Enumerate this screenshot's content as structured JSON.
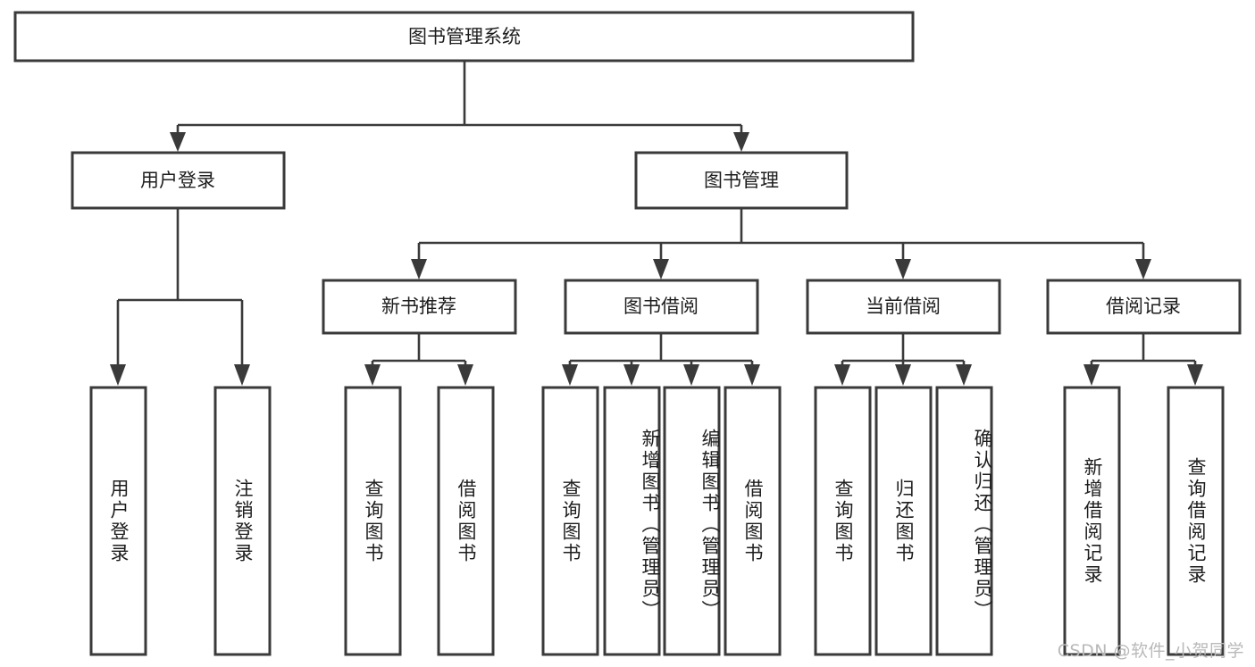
{
  "diagram": {
    "type": "tree-hierarchy-chart",
    "title": "图书管理系统",
    "watermark": "CSDN @软件_小贺同学",
    "colors": {
      "stroke": "#3a3a3a",
      "fill": "#ffffff",
      "text": "#1d1d1d",
      "watermark": "#b9b9b9",
      "background": "#ffffff"
    },
    "root": {
      "label": "图书管理系统"
    },
    "level2": [
      {
        "label": "用户登录"
      },
      {
        "label": "图书管理"
      }
    ],
    "level3": [
      {
        "label": "新书推荐"
      },
      {
        "label": "图书借阅"
      },
      {
        "label": "当前借阅"
      },
      {
        "label": "借阅记录"
      }
    ],
    "leaves": {
      "user_login": [
        {
          "label": "用户登录"
        },
        {
          "label": "注销登录"
        }
      ],
      "new_book_recommend": [
        {
          "label": "查询图书"
        },
        {
          "label": "借阅图书"
        }
      ],
      "book_borrow": [
        {
          "label": "查询图书"
        },
        {
          "label": "新增图书（管理员）"
        },
        {
          "label": "编辑图书（管理员）"
        },
        {
          "label": "借阅图书"
        }
      ],
      "current_borrow": [
        {
          "label": "查询图书"
        },
        {
          "label": "归还图书"
        },
        {
          "label": "确认归还（管理员）"
        }
      ],
      "borrow_record": [
        {
          "label": "新增借阅记录"
        },
        {
          "label": "查询借阅记录"
        }
      ]
    }
  }
}
